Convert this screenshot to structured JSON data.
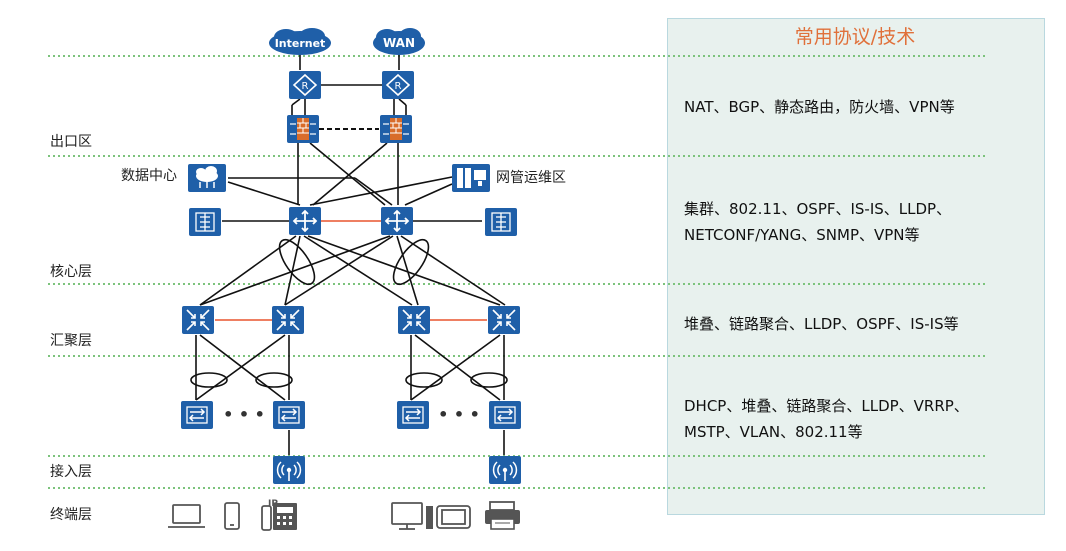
{
  "panel": {
    "title": "常用协议/技术"
  },
  "layers": [
    {
      "id": "exit",
      "label": "出口区"
    },
    {
      "id": "core",
      "label": "核心层"
    },
    {
      "id": "aggregation",
      "label": "汇聚层"
    },
    {
      "id": "access",
      "label": "接入层"
    },
    {
      "id": "terminal",
      "label": "终端层"
    }
  ],
  "clouds": {
    "internet": "Internet",
    "wan": "WAN"
  },
  "side_labels": {
    "datacenter": "数据中心",
    "netmgmt": "网管运维区"
  },
  "protocols": {
    "exit": [
      "NAT、BGP、静态路由，防火墙、VPN等"
    ],
    "core": [
      "集群、802.11、OSPF、IS-IS、LLDP、",
      "NETCONF/YANG、SNMP、VPN等"
    ],
    "aggregation": [
      "堆叠、链路聚合、LLDP、OSPF、IS-IS等"
    ],
    "access": [
      "DHCP、堆叠、链路聚合、LLDP、VRRP、",
      "MSTP、VLAN、802.11等"
    ]
  },
  "ellipsis": "• • •",
  "icons": {
    "router": "router-icon",
    "firewall": "firewall-icon",
    "core_switch": "core-switch-icon",
    "agg_switch": "aggregation-switch-icon",
    "access_switch": "access-switch-icon",
    "ap": "wireless-ap-icon",
    "server": "server-icon",
    "cloud": "cloud-icon",
    "laptop": "laptop-icon",
    "phone": "mobile-phone-icon",
    "ipphone": "ip-phone-icon",
    "pc": "desktop-pc-icon",
    "tablet": "tablet-icon",
    "printer": "printer-icon"
  },
  "ip_label": "IP",
  "colors": {
    "device": "#1f5fa8",
    "divider": "#7cc37c",
    "accent": "#e0703a",
    "link_red": "#e8552f"
  }
}
